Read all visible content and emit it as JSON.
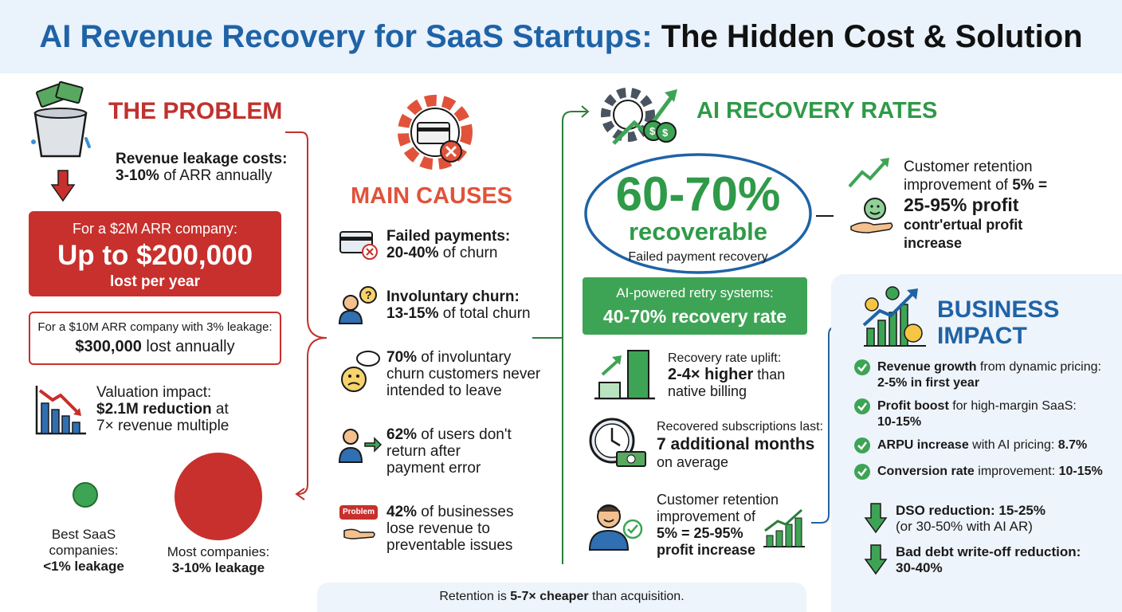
{
  "title": {
    "blue": "AI Revenue Recovery for SaaS Startups:",
    "black": "The Hidden Cost & Solution"
  },
  "problem": {
    "heading": "THE PROBLEM",
    "leak_label": "Revenue leakage costs:",
    "leak_value": "3-10%",
    "leak_suffix": " of ARR annually",
    "box1_line1": "For a $2M ARR company:",
    "box1_line2": "Up to $200,000",
    "box1_line3": "lost per year",
    "box2_line1": "For a $10M ARR company with 3% leakage:",
    "box2_value": "$300,000",
    "box2_suffix": " lost annually",
    "val_line1": "Valuation impact:",
    "val_line2": "$2.1M reduction",
    "val_line2_suffix": " at",
    "val_line3": "7× revenue multiple",
    "best_line1": "Best SaaS",
    "best_line2": "companies:",
    "best_line3": "<1% leakage",
    "most_line1": "Most companies:",
    "most_line2": "3-10% leakage"
  },
  "causes": {
    "heading": "MAIN CAUSES",
    "items": [
      {
        "bold": "Failed payments:",
        "line2_bold": "20-40%",
        "line2": " of churn"
      },
      {
        "bold": "Involuntary churn:",
        "line2_bold": "13-15%",
        "line2": " of total churn"
      },
      {
        "bold": "70%",
        "rest1": " of involuntary",
        "line2": "churn customers never",
        "line3": "intended to leave"
      },
      {
        "bold": "62%",
        "rest1": " of users don't",
        "line2": "return after",
        "line3": "payment error"
      },
      {
        "bold": "42%",
        "rest1": " of businesses",
        "line2": "lose revenue to",
        "line3": "preventable issues"
      }
    ],
    "problem_tag": "Problem"
  },
  "recovery": {
    "heading": "AI RECOVERY RATES",
    "big": "60-70%",
    "big_sub": "recoverable",
    "big_caption": "Failed payment recovery",
    "retention_line1": "Customer retention",
    "retention_line2": "improvement of ",
    "retention_line2_bold": "5% =",
    "retention_line3": "25-95% profit",
    "retention_line4": "contr'ertual profit",
    "retention_line5": "increase",
    "green_line1": "AI-powered retry systems:",
    "green_line2": "40-70% recovery rate",
    "uplift_line1": "Recovery rate uplift:",
    "uplift_line2_bold": "2-4× higher",
    "uplift_line2": " than",
    "uplift_line3": "native billing",
    "subs_line1": "Recovered subscriptions last:",
    "subs_line2": "7 additional months",
    "subs_line3": "on average",
    "cr_line1": "Customer retention",
    "cr_line2": "improvement of",
    "cr_line3": "5% = 25-95%",
    "cr_line4": "profit increase"
  },
  "impact": {
    "heading1": "BUSINESS",
    "heading2": "IMPACT",
    "items": [
      {
        "bold": "Revenue growth",
        "rest": " from dynamic pricing:",
        "line2": "2-5% in first year"
      },
      {
        "bold": "Profit boost",
        "rest": " for high-margin SaaS:",
        "line2": "10-15%"
      },
      {
        "bold": "ARPU increase",
        "rest": " with AI pricing: ",
        "tail": "8.7%"
      },
      {
        "bold": "Conversion rate",
        "rest": " improvement: ",
        "tail": "10-15%"
      }
    ],
    "dso_line1": "DSO reduction: 15-25%",
    "dso_line2": "(or 30-50% with AI AR)",
    "bad_line1": "Bad debt write-off reduction:",
    "bad_line2": "30-40%"
  },
  "footer": {
    "pre": "Retention is ",
    "bold": "5-7× cheaper",
    "post": " than acquisition."
  },
  "colors": {
    "red": "#c7302c",
    "green": "#3ea455",
    "blue": "#1f63a6"
  }
}
